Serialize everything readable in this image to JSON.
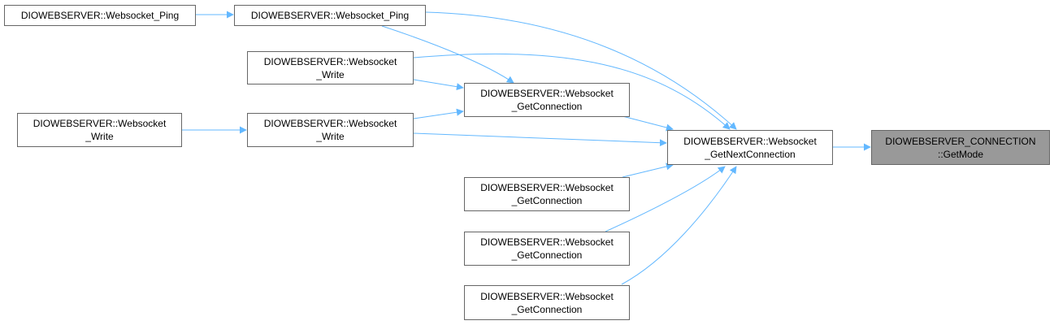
{
  "colors": {
    "edge": "#63b8ff",
    "node_border": "#666666",
    "node_fill": "#ffffff",
    "focus_fill": "#999999"
  },
  "nodes": {
    "ping_outer": {
      "lines": [
        "DIOWEBSERVER::Websocket_Ping"
      ]
    },
    "ping_inner": {
      "lines": [
        "DIOWEBSERVER::Websocket_Ping"
      ]
    },
    "write_top": {
      "lines": [
        "DIOWEBSERVER::Websocket",
        "_Write"
      ]
    },
    "write_outer": {
      "lines": [
        "DIOWEBSERVER::Websocket",
        "_Write"
      ]
    },
    "write_mid": {
      "lines": [
        "DIOWEBSERVER::Websocket",
        "_Write"
      ]
    },
    "getconn_1": {
      "lines": [
        "DIOWEBSERVER::Websocket",
        "_GetConnection"
      ]
    },
    "getconn_2": {
      "lines": [
        "DIOWEBSERVER::Websocket",
        "_GetConnection"
      ]
    },
    "getconn_3": {
      "lines": [
        "DIOWEBSERVER::Websocket",
        "_GetConnection"
      ]
    },
    "getconn_4": {
      "lines": [
        "DIOWEBSERVER::Websocket",
        "_GetConnection"
      ]
    },
    "getnext": {
      "lines": [
        "DIOWEBSERVER::Websocket",
        "_GetNextConnection"
      ]
    },
    "getmode": {
      "lines": [
        "DIOWEBSERVER_CONNECTION",
        "::GetMode"
      ]
    }
  }
}
